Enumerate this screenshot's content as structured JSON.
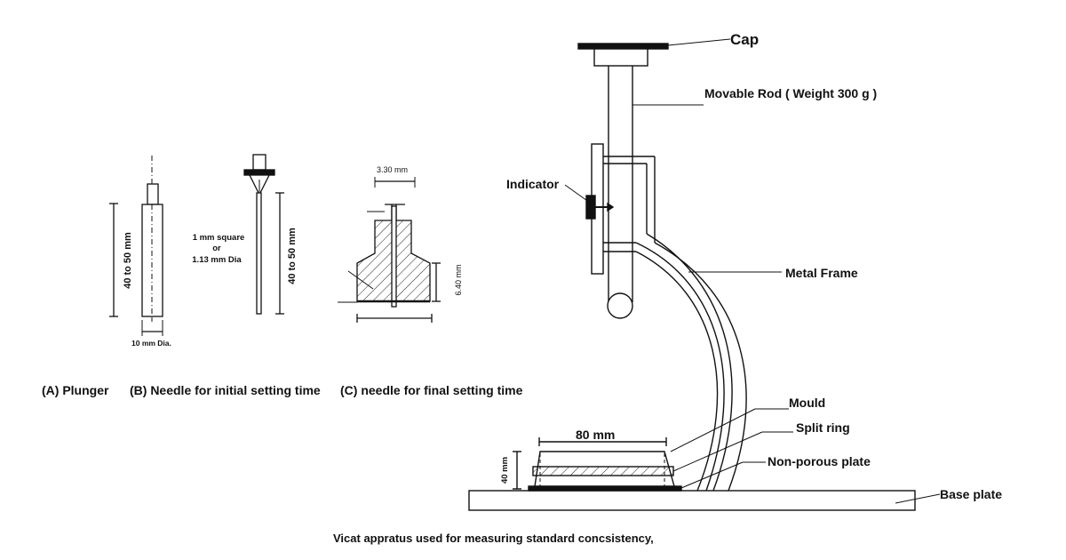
{
  "plunger": {
    "height_dim": "40 to 50 mm",
    "dia_dim": "10 mm Dia."
  },
  "needle_initial": {
    "size_line1": "1 mm square",
    "size_line2": "or",
    "size_line3": "1.13 mm Dia",
    "height_dim": "40 to 50 mm"
  },
  "needle_final": {
    "width_dim": "3.30 mm",
    "height_dim": "6.40 mm"
  },
  "captions": {
    "a": "(A) Plunger",
    "b": "(B) Needle for initial setting time",
    "c": "(C) needle for final setting time"
  },
  "apparatus": {
    "cap": "Cap",
    "rod": "Movable Rod ( Weight 300 g )",
    "indicator": "Indicator",
    "frame": "Metal Frame",
    "mould": "Mould",
    "split_ring": "Split ring",
    "plate": "Non-porous plate",
    "base": "Base plate",
    "mould_width": "80 mm",
    "mould_height": "40 mm"
  },
  "footer": {
    "caption": "Vicat appratus used for measuring standard concsistency,"
  }
}
